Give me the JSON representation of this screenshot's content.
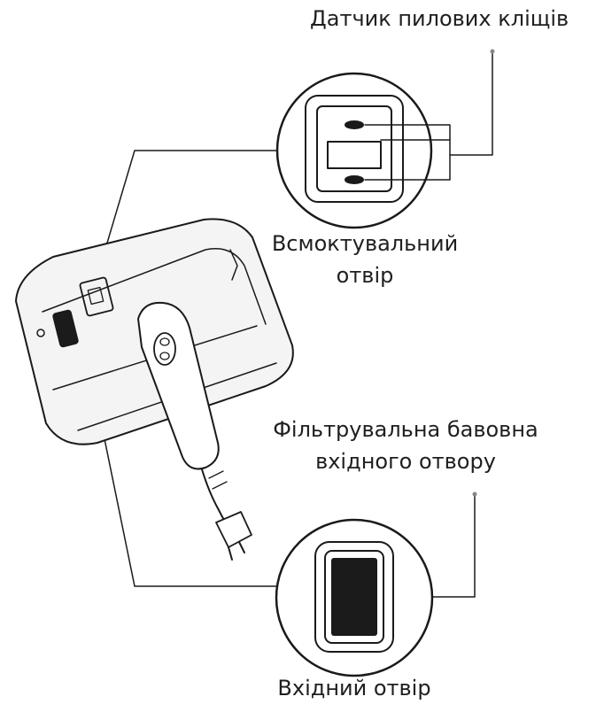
{
  "labels": {
    "dust_mite_sensor": "Датчик пилових кліщів",
    "suction_opening_line1": "Всмоктувальний",
    "suction_opening_line2": "отвір",
    "filter_cotton_line1": "Фільтрувальна бавовна",
    "filter_cotton_line2": "вхідного отвору",
    "inlet": "Вхідний отвір"
  },
  "colors": {
    "line": "#1a1a1a",
    "device_body": "#f4f4f4",
    "filter": "#1b1b1b"
  }
}
